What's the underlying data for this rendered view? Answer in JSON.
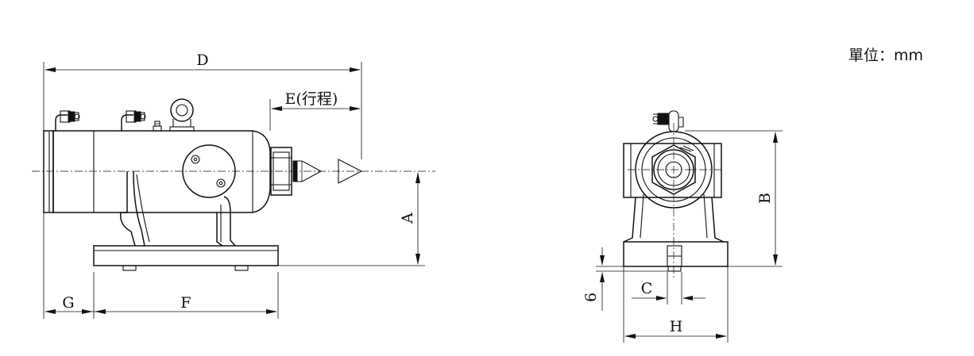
{
  "unit_note": "單位：mm",
  "front_view": {
    "dimensions": {
      "D": "D",
      "E": "E(行程)",
      "A": "A",
      "G": "G",
      "F": "F"
    }
  },
  "side_view": {
    "dimensions": {
      "B": "B",
      "C": "C",
      "H": "H",
      "six": "6"
    }
  }
}
